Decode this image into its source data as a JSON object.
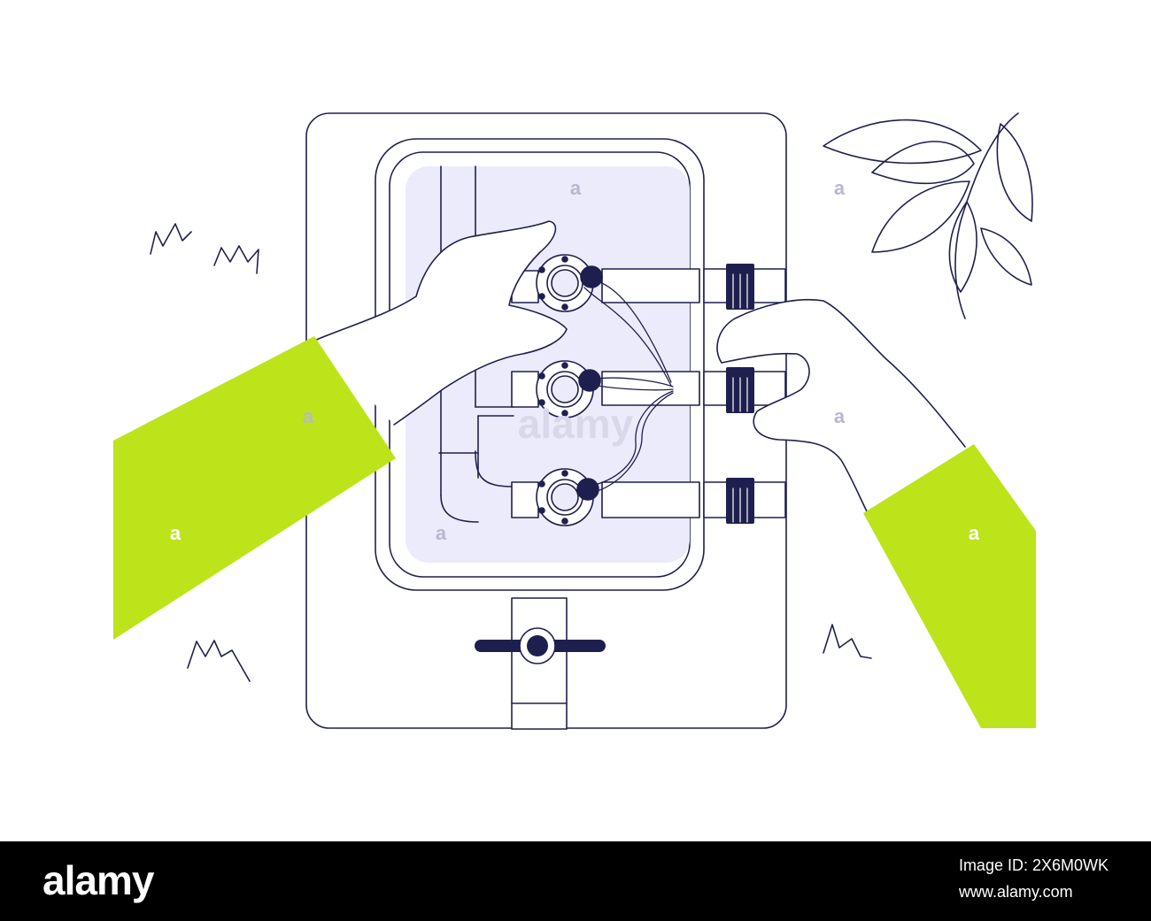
{
  "colors": {
    "line": "#1f1f4f",
    "sleeve": "#bde31a",
    "glass": "#ebebfb",
    "background": "#ffffff",
    "footer": "#000000"
  },
  "watermark": {
    "small_mark": "a",
    "center_mark": "alamy"
  },
  "footer": {
    "brand": "alamy",
    "image_id_label": "Image ID: 2X6M0WK",
    "site": "www.alamy.com"
  }
}
